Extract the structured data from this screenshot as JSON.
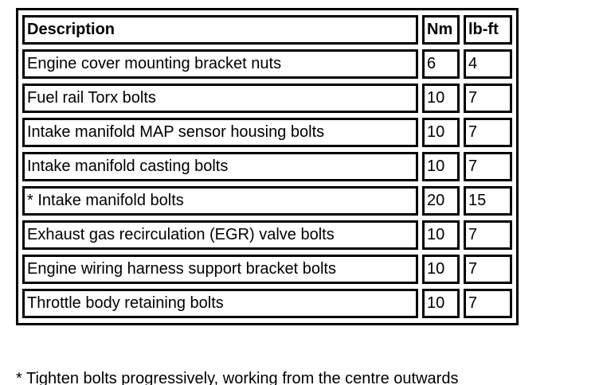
{
  "table": {
    "columns": [
      "Description",
      "Nm",
      "lb-ft"
    ],
    "rows": [
      {
        "description": "Engine cover mounting bracket nuts",
        "nm": "6",
        "lbft": "4"
      },
      {
        "description": "Fuel rail Torx bolts",
        "nm": "10",
        "lbft": "7"
      },
      {
        "description": "Intake manifold MAP sensor housing bolts",
        "nm": "10",
        "lbft": "7"
      },
      {
        "description": "Intake manifold casting bolts",
        "nm": "10",
        "lbft": "7"
      },
      {
        "description": "* Intake manifold bolts",
        "nm": "20",
        "lbft": "15"
      },
      {
        "description": "Exhaust gas recirculation (EGR) valve bolts",
        "nm": "10",
        "lbft": "7"
      },
      {
        "description": "Engine wiring harness support bracket bolts",
        "nm": "10",
        "lbft": "7"
      },
      {
        "description": "Throttle body retaining bolts",
        "nm": "10",
        "lbft": "7"
      }
    ]
  },
  "footnote": "* Tighten bolts progressively, working from the centre outwards",
  "colors": {
    "border": "#000000",
    "text": "#000000",
    "background": "#ffffff"
  }
}
